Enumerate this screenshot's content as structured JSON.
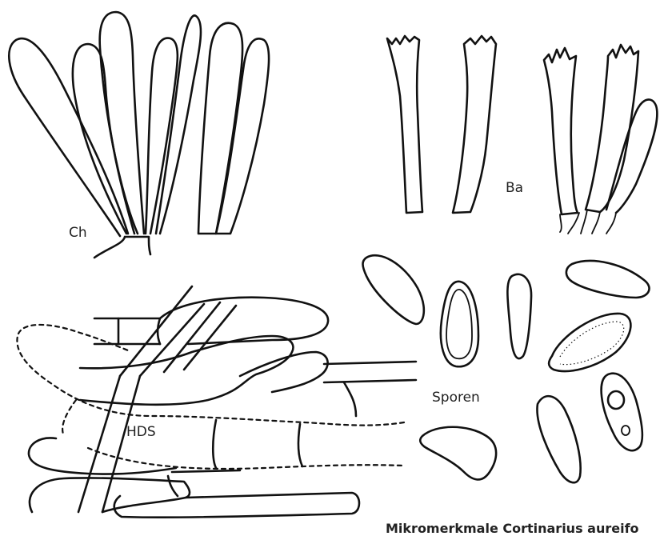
{
  "labels": {
    "cheilocystidia": "Ch",
    "basidia": "Ba",
    "spores": "Sporen",
    "pileipellis": "HDS"
  },
  "caption": "Mikromerkmale Cortinarius aureifo"
}
